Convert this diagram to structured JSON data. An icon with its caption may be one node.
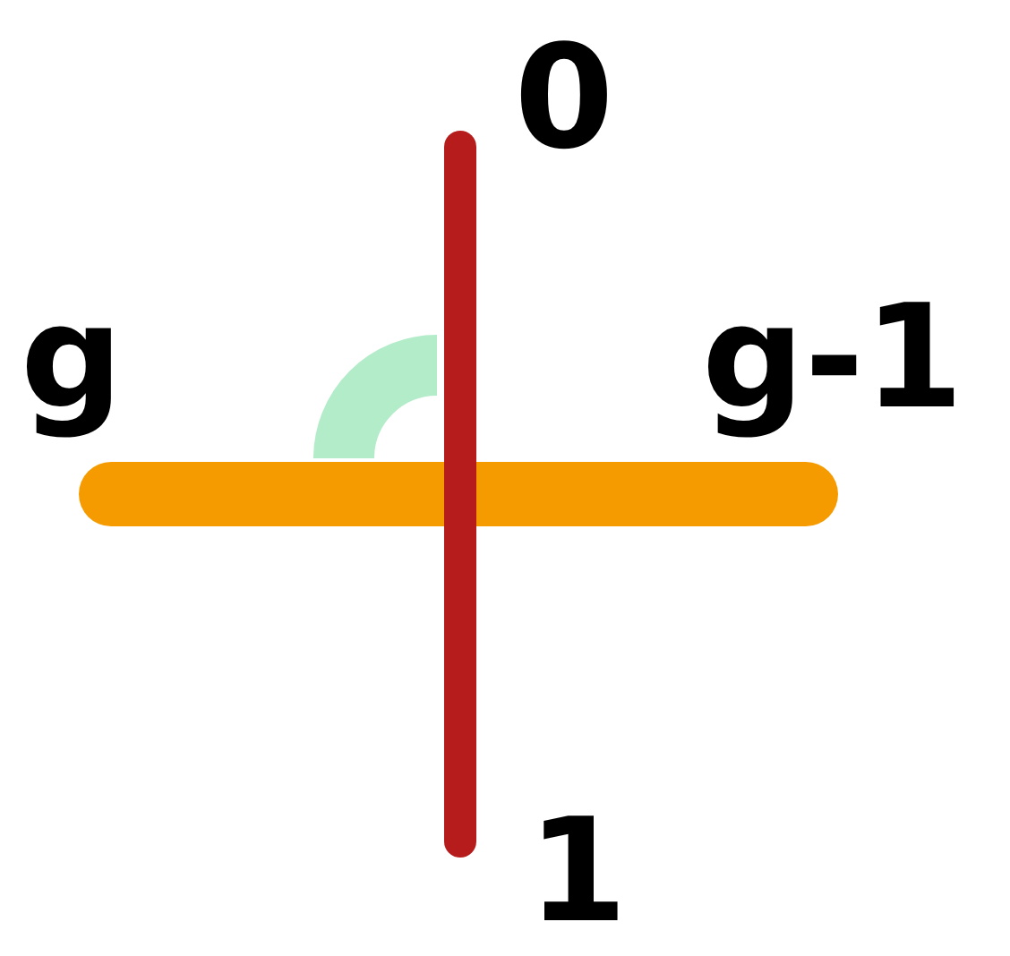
{
  "diagram": {
    "nodes": [
      {
        "text": [
          "0"
        ]
      },
      {
        "text": [
          "g"
        ]
      },
      {
        "text": [
          "g-1"
        ]
      },
      {
        "text": [
          "1"
        ]
      }
    ],
    "edges": [
      {
        "from": 0,
        "to": 3,
        "arrow": "none",
        "color": "#b71c1c"
      },
      {
        "from": 1,
        "to": 2,
        "arrow": "none",
        "style": "thick",
        "color": "#f59b00"
      }
    ]
  }
}
